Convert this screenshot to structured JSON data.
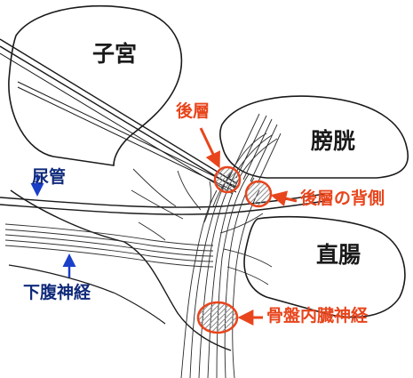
{
  "labels": {
    "uterus": "子宮",
    "bladder": "膀胱",
    "rectum": "直腸",
    "posterior_layer": "後層",
    "posterior_layer_dorsal": "後層の背側",
    "ureter": "尿管",
    "hypogastric_nerve": "下腹神経",
    "pelvic_splanchnic_nerve": "骨盤内臓神経"
  },
  "colors": {
    "accent_red": "#e8451c",
    "accent_blue": "#102a7a",
    "ink": "#1a1a1a",
    "hatch": "#8a8a8a"
  }
}
